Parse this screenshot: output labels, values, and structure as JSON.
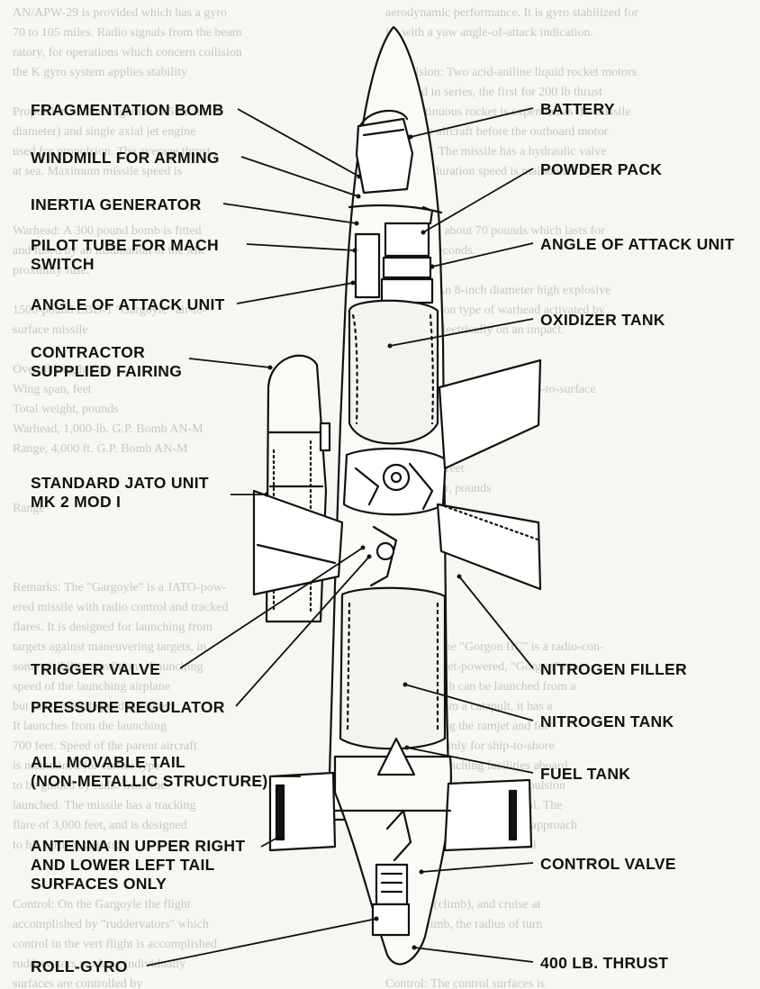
{
  "background_text": {
    "left_column": [
      "aerodynamic performance. It is gyro stabilized for",
      "ity with a yaw angle-of-attack indication.",
      "",
      "Propulsion: Two acid-aniline liquid rocket motors",
      "are fired in series, the first for 200 lb thrust",
      "and continuous rocket is expended as the missile",
      "hangs the aircraft before the outboard motor",
      "is ignited. The missile has a hydraulic valve",
      "for pulse duration speed is maintained by a",
      "",
      "",
      "pressure of about 70 pounds which lasts for",
      "about 35 seconds.",
      "",
      "Warhead: An 8-inch diameter high explosive",
      "fragmentation type of warhead activated by",
      "via a fuse electrically on an impact.",
      "",
      "",
      "1000 pound \"Gorgon IIC\" ship-to-surface",
      "missile",
      "",
      "Overall length, feet",
      "Wing span, feet",
      "Total weight, pounds",
      "Warhead",
      "",
      "Range",
      "",
      "",
      "",
      "",
      "Remarks: The \"Gorgon IIC\" is a radio-con-",
      "trolled, ramjet-powered, \"Gorgon\" type",
      "missile which can be launched from a",
      "launched from a catapult, it has a",
      "are for testing the ramjet and for",
      "intended mainly for ship-to-shore",
      "use, with launching facilities aboard",
      "range of about 60 miles. Propulsion",
      "the launcher and radio control. The",
      "than 350 feet, and side-view approach",
      "of giving the missile an initial",
      "cycle, the",
      "",
      "(1) flight (climb), and cruise at",
      "rate of climb, the radius of turn",
      "",
      "",
      "Control: The control surfaces is"
    ],
    "right_column": [
      "AN/APW-29 is provided which has a gyro",
      "70 to 105 miles. Radio signals from the beam",
      "ratory, for operations which concern collision",
      "the K gyro system applies stability",
      "",
      "Propulsion: A Westinghouse 9.5-inch (19",
      "diameter) and single axial jet engine",
      "used for propulsion. The average thrust",
      "at sea. Maximum missile speed is",
      "",
      "",
      "Warhead: A 300 pound bomb is fitted",
      "and fused by an installation of the Mk",
      "proximity fuse.",
      "",
      "1500-pound LBD-1 \"Gargoyle\" air-to-",
      "surface missile",
      "",
      "Overall length, feet",
      "Wing span, feet",
      "Total weight, pounds",
      "Warhead, 1,000-lb. G.P. Bomb AN-M",
      "Range, 4,000 ft. G.P. Bomb AN-M",
      "",
      "",
      "Range",
      "",
      "",
      "",
      "Remarks: The \"Gargoyle\" is a JATO-pow-",
      "ered missile with radio control and tracked",
      "flares. It is designed for launching from",
      "targets against maneuvering targets, in",
      "some visibility conditions. Launching",
      "speed of the launching airplane",
      "but the terminal speed is higher.",
      "It launches from the launching",
      "700 feet. Speed of the parent aircraft",
      "is maintained for carrier-type",
      "to be guided by radio from the",
      "launched. The missile has a tracking",
      "flare of 3,000 feet, and is designed",
      "to hit vertical targets.",
      "",
      "",
      "Control: On the Gargoyle the flight",
      "accomplished by \"ruddervators\" which",
      "control in the vert flight is accomplished",
      "ruddervators working individually",
      "surfaces are controlled by",
      "",
      "for the control surfaces is"
    ]
  },
  "labels": {
    "fragmentation_bomb": "FRAGMENTATION BOMB",
    "windmill_for_arming": "WINDMILL FOR ARMING",
    "inertia_generator": "INERTIA GENERATOR",
    "pilot_tube_line1": "PILOT TUBE FOR MACH",
    "pilot_tube_line2": "SWITCH",
    "angle_of_attack_left": "ANGLE OF ATTACK UNIT",
    "contractor_line1": "CONTRACTOR",
    "contractor_line2": "SUPPLIED FAIRING",
    "jato_line1": "STANDARD JATO UNIT",
    "jato_line2": "MK 2 MOD I",
    "trigger_valve": "TRIGGER VALVE",
    "pressure_regulator": "PRESSURE REGULATOR",
    "tail_line1": "ALL MOVABLE TAIL",
    "tail_line2": "(NON-METALLIC STRUCTURE)",
    "antenna_line1": "ANTENNA IN UPPER RIGHT",
    "antenna_line2": "AND LOWER LEFT TAIL",
    "antenna_line3": "SURFACES ONLY",
    "roll_gyro": "ROLL-GYRO",
    "battery": "BATTERY",
    "powder_pack": "POWDER PACK",
    "angle_of_attack_right": "ANGLE OF ATTACK UNIT",
    "oxidizer_tank": "OXIDIZER TANK",
    "nitrogen_filler": "NITROGEN FILLER",
    "nitrogen_tank": "NITROGEN TANK",
    "fuel_tank": "FUEL TANK",
    "control_valve": "CONTROL VALVE",
    "thrust": "400 LB. THRUST"
  }
}
